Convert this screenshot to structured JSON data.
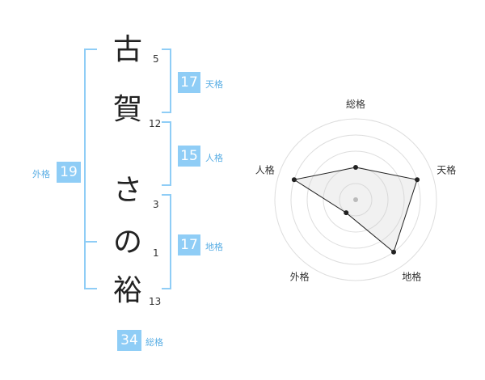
{
  "name": {
    "chars": [
      {
        "char": "古",
        "strokes": "5"
      },
      {
        "char": "賀",
        "strokes": "12"
      },
      {
        "char": "さ",
        "strokes": "3"
      },
      {
        "char": "の",
        "strokes": "1"
      },
      {
        "char": "裕",
        "strokes": "13"
      }
    ]
  },
  "kakusu": {
    "tenkaku": {
      "label": "天格",
      "value": "17"
    },
    "jinkaku": {
      "label": "人格",
      "value": "15"
    },
    "chikaku": {
      "label": "地格",
      "value": "17"
    },
    "gaikaku": {
      "label": "外格",
      "value": "19"
    },
    "soukaku": {
      "label": "総格",
      "value": "34"
    }
  },
  "colors": {
    "accent": "#8fcdf6",
    "label": "#5aaee4"
  },
  "chart_data": {
    "type": "radar",
    "axes": [
      "総格",
      "天格",
      "地格",
      "外格",
      "人格"
    ],
    "values": [
      2,
      4,
      4,
      1,
      4
    ],
    "rmax": 5
  }
}
